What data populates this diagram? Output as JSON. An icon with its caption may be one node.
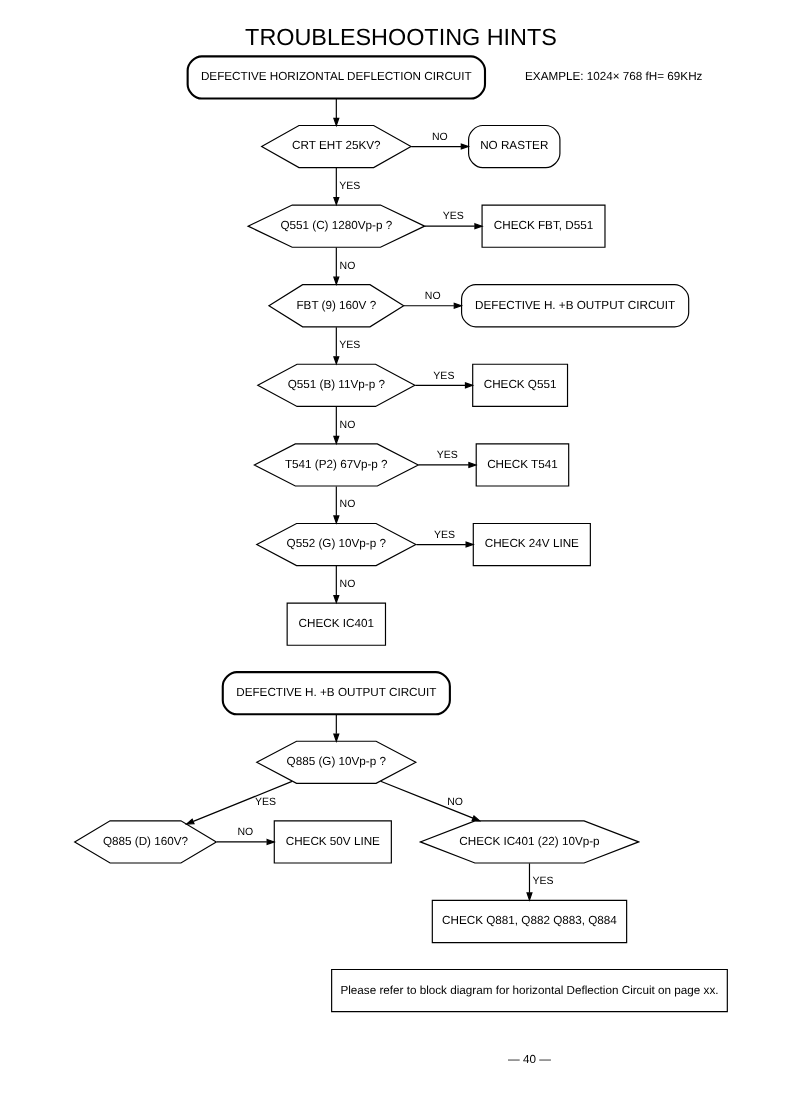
{
  "diagram": {
    "title": "TROUBLESHOOTING HINTS",
    "nodes": [
      {
        "text": [
          "DEFECTIVE HORIZONTAL DEFLECTION CIRCUIT"
        ]
      },
      {
        "text": [
          "CRT EHT 25KV?"
        ]
      },
      {
        "text": [
          "NO RASTER"
        ]
      },
      {
        "text": [
          "Q551 (C) 1280Vp-p ?"
        ]
      },
      {
        "text": [
          "CHECK FBT, D551"
        ]
      },
      {
        "text": [
          "FBT (9) 160V ?"
        ]
      },
      {
        "text": [
          "DEFECTIVE H. +B OUTPUT CIRCUIT"
        ]
      },
      {
        "text": [
          "Q551 (B) 11Vp-p ?"
        ]
      },
      {
        "text": [
          "CHECK Q551"
        ]
      },
      {
        "text": [
          "T541 (P2) 67Vp-p ?"
        ]
      },
      {
        "text": [
          "CHECK T541"
        ]
      },
      {
        "text": [
          "Q552 (G) 10Vp-p ?"
        ]
      },
      {
        "text": [
          "CHECK 24V LINE"
        ]
      },
      {
        "text": [
          "CHECK IC401"
        ]
      },
      {
        "text": [
          "DEFECTIVE H. +B OUTPUT CIRCUIT"
        ]
      },
      {
        "text": [
          "Q885 (G) 10Vp-p ?"
        ]
      },
      {
        "text": [
          "CHECK 50V LINE"
        ]
      },
      {
        "text": [
          "Q885 (D) 160V?"
        ]
      },
      {
        "text": [
          "CHECK IC401 (22) 10Vp-p"
        ]
      },
      {
        "text": [
          "CHECK Q881, Q882 Q883, Q884"
        ]
      },
      {
        "text": [
          "Please refer to block diagram for horizontal Deflection Circuit on page xx."
        ]
      }
    ],
    "edges": [
      {
        "from": 0,
        "to": 1,
        "arrow": "to"
      },
      {
        "from": 1,
        "to": 2,
        "arrow": "to",
        "label": "NO"
      },
      {
        "from": 1,
        "to": 3,
        "arrow": "to",
        "label": "YES"
      },
      {
        "from": 3,
        "to": 4,
        "arrow": "to",
        "label": "YES"
      },
      {
        "from": 3,
        "to": 5,
        "arrow": "to",
        "label": "NO"
      },
      {
        "from": 5,
        "to": 6,
        "arrow": "to",
        "label": "NO"
      },
      {
        "from": 5,
        "to": 7,
        "arrow": "to",
        "label": "YES"
      },
      {
        "from": 7,
        "to": 8,
        "arrow": "to",
        "label": "YES"
      },
      {
        "from": 7,
        "to": 9,
        "arrow": "to",
        "label": "NO"
      },
      {
        "from": 9,
        "to": 10,
        "arrow": "to",
        "label": "YES"
      },
      {
        "from": 9,
        "to": 11,
        "arrow": "to",
        "label": "NO"
      },
      {
        "from": 11,
        "to": 12,
        "arrow": "to",
        "label": "YES"
      },
      {
        "from": 11,
        "to": 13,
        "arrow": "to",
        "label": "NO"
      },
      {
        "from": 14,
        "to": 15,
        "arrow": "to"
      },
      {
        "from": 15,
        "to": 17,
        "arrow": "to",
        "label": "YES"
      },
      {
        "from": 17,
        "to": 16,
        "arrow": "to",
        "label": "NO"
      },
      {
        "from": 15,
        "to": 18,
        "arrow": "to",
        "label": "NO"
      },
      {
        "from": 18,
        "to": 19,
        "arrow": "to",
        "label": "YES"
      }
    ],
    "labels": [
      "EXAMPLE: 1024× 768 fH= 69KHz",
      "— 40 —"
    ]
  }
}
